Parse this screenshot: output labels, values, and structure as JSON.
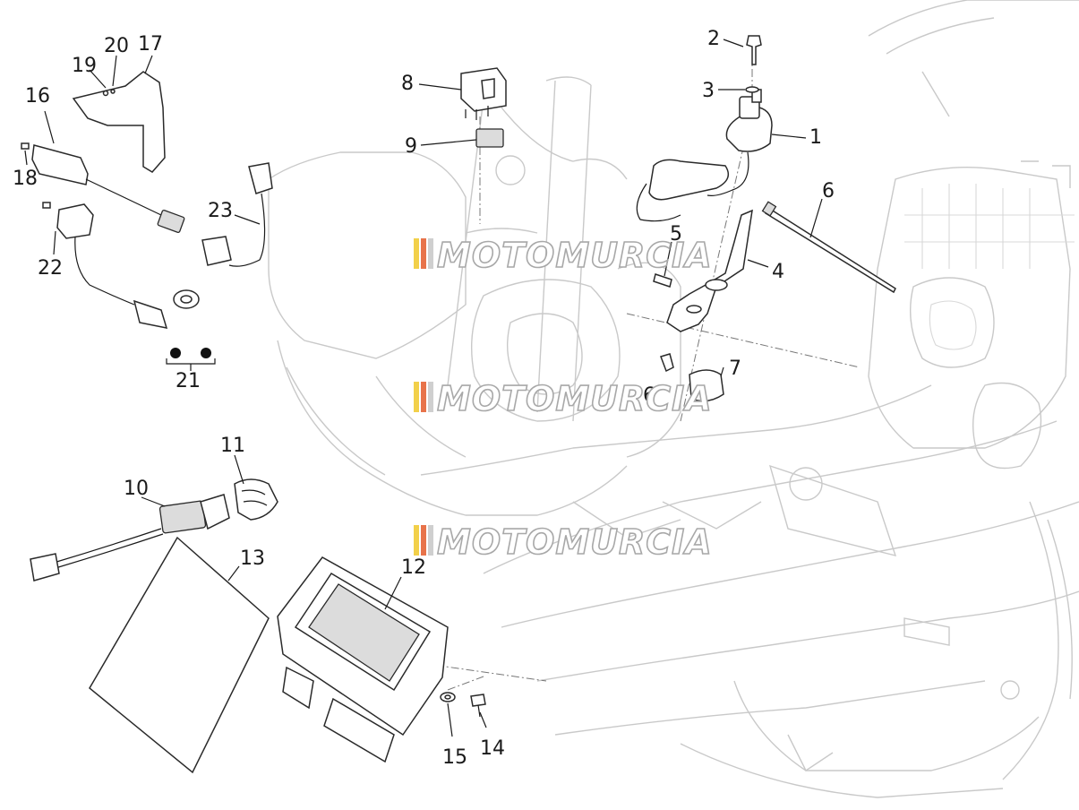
{
  "watermark": {
    "text": "MOTOMURCIA",
    "stripe_colors": [
      "#f2d04a",
      "#e8734a",
      "#cfcfcf"
    ]
  },
  "callouts": [
    {
      "id": "c1",
      "label": "1"
    },
    {
      "id": "c2",
      "label": "2"
    },
    {
      "id": "c3",
      "label": "3"
    },
    {
      "id": "c4",
      "label": "4"
    },
    {
      "id": "c5",
      "label": "5"
    },
    {
      "id": "c6a",
      "label": "6"
    },
    {
      "id": "c6b",
      "label": "6"
    },
    {
      "id": "c7",
      "label": "7"
    },
    {
      "id": "c8",
      "label": "8"
    },
    {
      "id": "c9",
      "label": "9"
    },
    {
      "id": "c10",
      "label": "10"
    },
    {
      "id": "c11",
      "label": "11"
    },
    {
      "id": "c12",
      "label": "12"
    },
    {
      "id": "c13",
      "label": "13"
    },
    {
      "id": "c14",
      "label": "14"
    },
    {
      "id": "c15",
      "label": "15"
    },
    {
      "id": "c16",
      "label": "16"
    },
    {
      "id": "c17",
      "label": "17"
    },
    {
      "id": "c18",
      "label": "18"
    },
    {
      "id": "c19",
      "label": "19"
    },
    {
      "id": "c20",
      "label": "20"
    },
    {
      "id": "c21",
      "label": "21"
    },
    {
      "id": "c22",
      "label": "22"
    },
    {
      "id": "c23",
      "label": "23"
    }
  ]
}
